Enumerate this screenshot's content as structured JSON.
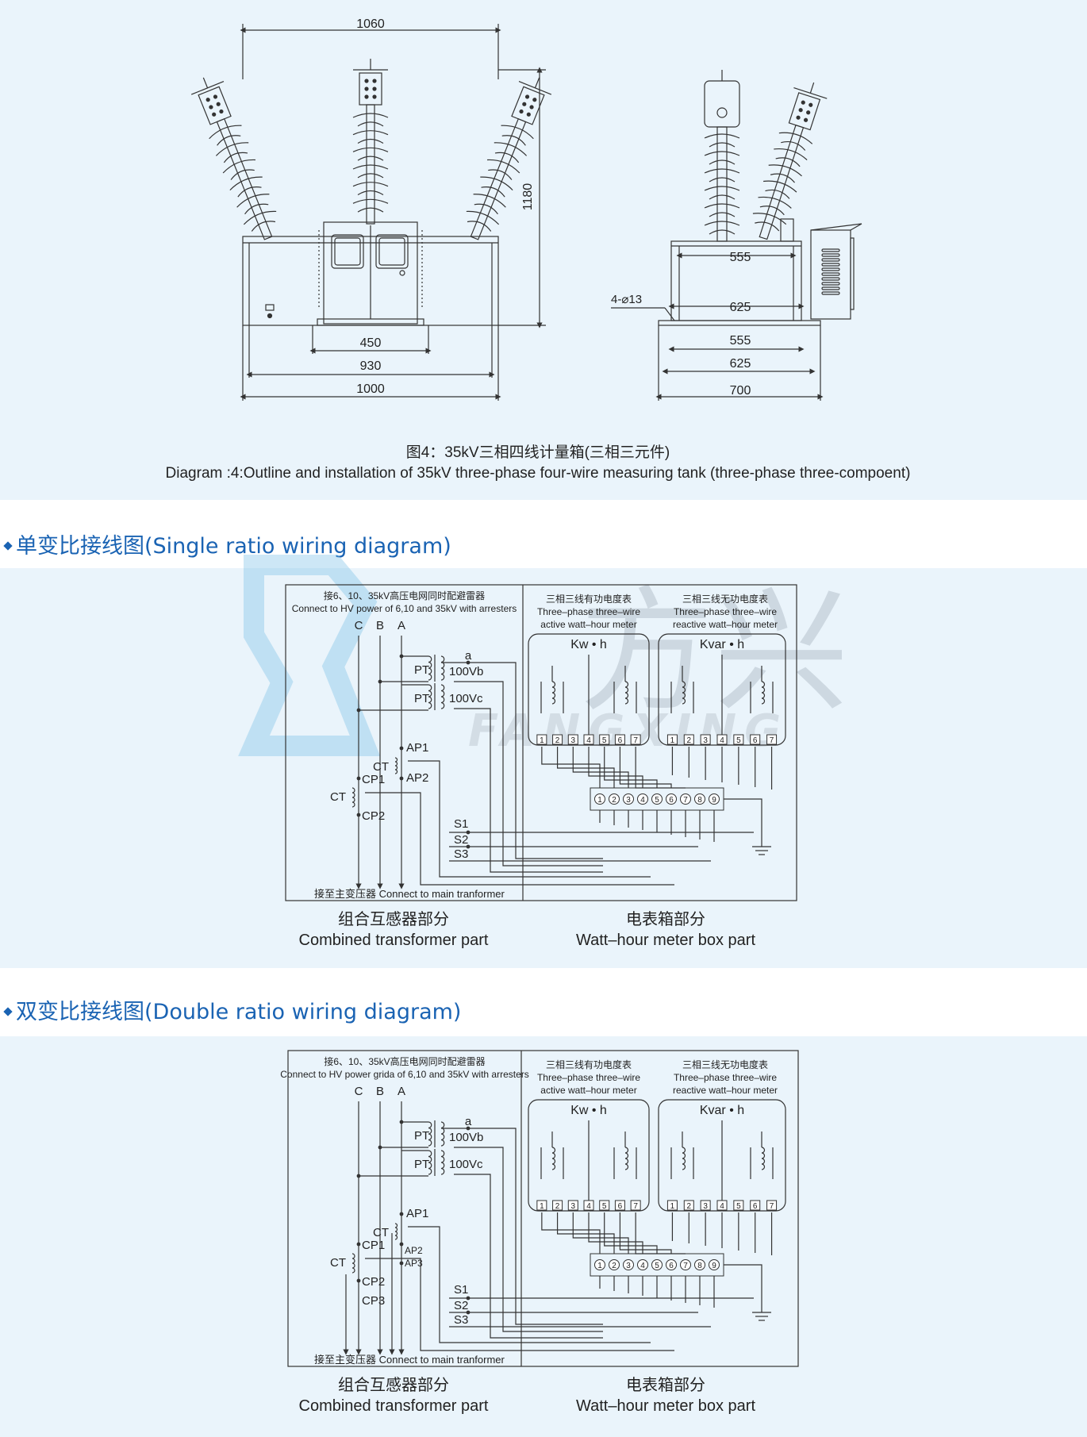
{
  "colors": {
    "band": "#eaf4fb",
    "heading": "#1a63b3",
    "line": "#333333",
    "watermark": "#6fbbe6"
  },
  "outline": {
    "dims_front": [
      "1060",
      "1180",
      "450",
      "930",
      "1000"
    ],
    "dims_side": [
      "555",
      "625",
      "4-⌀13",
      "555",
      "625",
      "700"
    ],
    "caption_cn": "图4：35kV三相四线计量箱(三相三元件)",
    "caption_en": "Diagram :4:Outline and installation of 35kV three-phase four-wire measuring tank (three-phase three-compoent)"
  },
  "watermark": {
    "text": "FANGXING",
    "logo_cn": "方兴"
  },
  "single": {
    "heading": "单变比接线图(Single ratio wiring diagram)",
    "hv_cn": "接6、10、35kV高压电网同时配避雷器",
    "hv_en": "Connect to HV power of 6,10 and 35kV with arresters",
    "phases": [
      "C",
      "B",
      "A"
    ],
    "pt": "PT",
    "ct": "CT",
    "a": "a",
    "v100b": "100Vb",
    "v100c": "100Vc",
    "ap1": "AP1",
    "ap2": "AP2",
    "cp1": "CP1",
    "cp2": "CP2",
    "s1": "S1",
    "s2": "S2",
    "s3": "S3",
    "main_tr": "接至主变压器 Connect to main tranformer",
    "meter1_cn": "三相三线有功电度表",
    "meter1_en1": "Three–phase three–wire",
    "meter1_en2": "active watt–hour meter",
    "meter2_cn": "三相三线无功电度表",
    "meter2_en1": "Three–phase three–wire",
    "meter2_en2": "reactive watt–hour meter",
    "kwh": "Kw • h",
    "kvarh": "Kvar • h",
    "part1_cn": "组合互感器部分",
    "part1_en": "Combined transformer part",
    "part2_cn": "电表箱部分",
    "part2_en": "Watt–hour meter box part"
  },
  "double": {
    "heading": "双变比接线图(Double ratio wiring diagram)",
    "hv_cn": "接6、10、35kV高压电网同时配避雷器",
    "hv_en": "Connect to HV power grida of 6,10 and 35kV with arresters",
    "phases": [
      "C",
      "B",
      "A"
    ],
    "pt": "PT",
    "ct": "CT",
    "a": "a",
    "v100b": "100Vb",
    "v100c": "100Vc",
    "ap1": "AP1",
    "ap2": "AP2",
    "ap3": "AP3",
    "cp1": "CP1",
    "cp2": "CP2",
    "cp3": "CP3",
    "s1": "S1",
    "s2": "S2",
    "s3": "S3",
    "main_tr": "接至主变压器 Connect to main tranformer",
    "meter1_cn": "三相三线有功电度表",
    "meter1_en1": "Three–phase three–wire",
    "meter1_en2": "active watt–hour meter",
    "meter2_cn": "三相三线无功电度表",
    "meter2_en1": "Three–phase three–wire",
    "meter2_en2": "reactive watt–hour meter",
    "kwh": "Kw • h",
    "kvarh": "Kvar • h",
    "part1_cn": "组合互感器部分",
    "part1_en": "Combined transformer part",
    "part2_cn": "电表箱部分",
    "part2_en": "Watt–hour meter box part"
  },
  "terminals": [
    "1",
    "2",
    "3",
    "4",
    "5",
    "6",
    "7"
  ],
  "junction": [
    "1",
    "2",
    "3",
    "4",
    "5",
    "6",
    "7",
    "8",
    "9"
  ]
}
